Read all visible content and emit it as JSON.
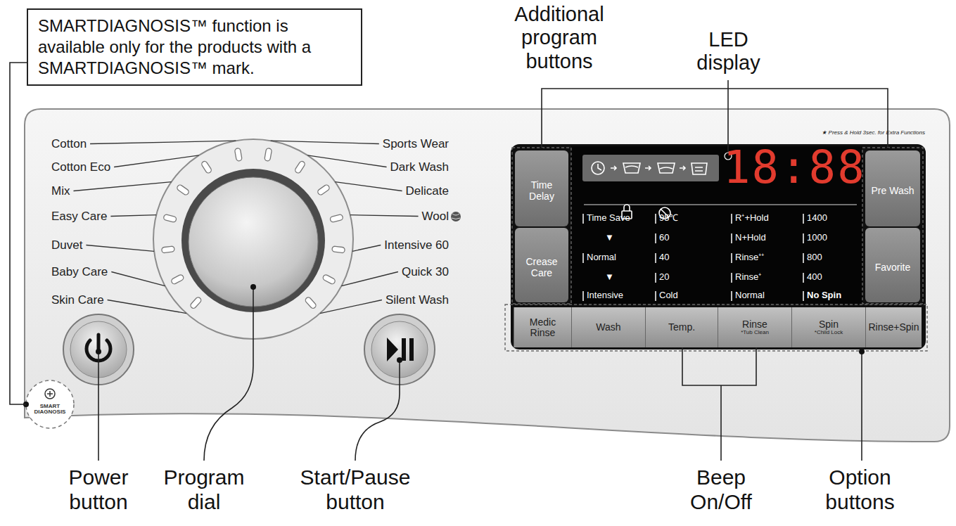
{
  "diagram": {
    "nodes": [
      {
        "text": [
          "SMARTDIAGNOSIS™ function is available only for the products with a SMARTDIAGNOSIS™ mark."
        ]
      },
      {
        "text": [
          "SMART DIAGNOSIS"
        ]
      },
      {
        "text": [
          "Time Delay"
        ]
      },
      {
        "text": [
          "Crease Care"
        ]
      },
      {
        "text": [
          "Pre Wash"
        ]
      },
      {
        "text": [
          "Favorite"
        ]
      },
      {
        "text": [
          "Medic Rinse"
        ]
      },
      {
        "text": [
          "Wash"
        ]
      },
      {
        "text": [
          "Temp."
        ]
      },
      {
        "text": [
          "Rinse",
          "*Tub Clean"
        ]
      },
      {
        "text": [
          "Spin",
          "*Child Lock"
        ]
      },
      {
        "text": [
          "Rinse+Spin"
        ]
      }
    ],
    "edges": [
      {
        "from": 0,
        "to": 1,
        "arrow": "none"
      }
    ],
    "labels": [
      "Additional program buttons",
      "LED display",
      "Cotton",
      "Cotton Eco",
      "Mix",
      "Easy Care",
      "Duvet",
      "Baby Care",
      "Skin Care",
      "Sports Wear",
      "Dark Wash",
      "Delicate",
      "Wool",
      "Intensive 60",
      "Quick 30",
      "Silent Wash",
      "★ Press & Hold 3sec. for Extra Functions",
      "18:88",
      "Time Save",
      "▼",
      "Normal",
      "▼",
      "Intensive",
      "95℃",
      "60",
      "40",
      "20",
      "Cold",
      "R⁺+Hold",
      "N+Hold",
      "Rinse⁺⁺",
      "Rinse⁺",
      "Normal",
      "1400",
      "1000",
      "800",
      "400",
      "No Spin",
      "Power button",
      "Program dial",
      "Start/Pause button",
      "Beep On/Off",
      "Option buttons"
    ]
  }
}
